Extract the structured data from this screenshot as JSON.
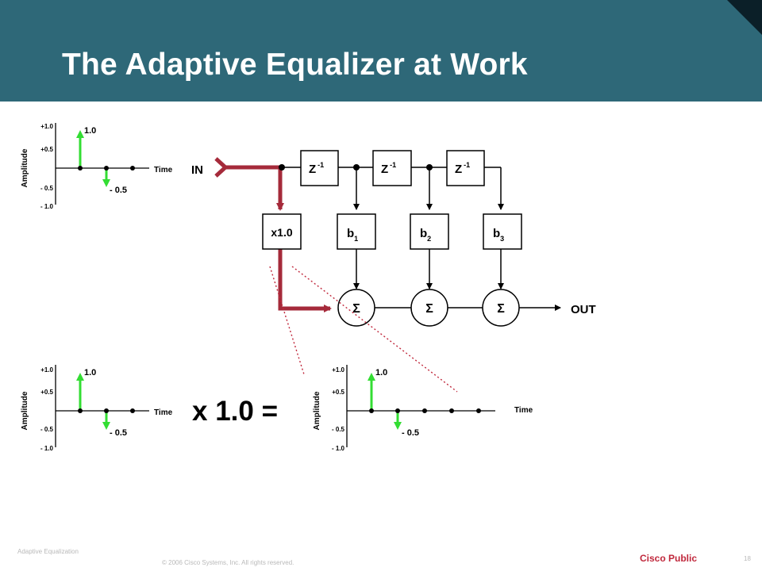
{
  "header": {
    "title": "The Adaptive Equalizer at Work"
  },
  "plot_axis": {
    "y_label": "Amplitude",
    "x_label": "Time",
    "ticks": [
      "+1.0",
      "+0.5",
      "- 0.5",
      "- 1.0"
    ]
  },
  "plots": [
    {
      "id": "input-plot",
      "samples": [
        1.0,
        -0.5,
        0
      ],
      "labels": {
        "first": "1.0",
        "second": "- 0.5"
      }
    },
    {
      "id": "tap-input-plot",
      "samples": [
        1.0,
        -0.5,
        0
      ],
      "labels": {
        "first": "1.0",
        "second": "- 0.5"
      }
    },
    {
      "id": "output-plot",
      "samples": [
        1.0,
        -0.5,
        0,
        0,
        0
      ],
      "labels": {
        "first": "1.0",
        "second": "- 0.5"
      }
    }
  ],
  "equalizer": {
    "input_label": "IN",
    "output_label": "OUT",
    "delay_label": "Z",
    "delay_exponent": "-1",
    "gain_label": "x1.0",
    "coefficients": [
      {
        "base": "b",
        "index": "1"
      },
      {
        "base": "b",
        "index": "2"
      },
      {
        "base": "b",
        "index": "3"
      }
    ],
    "summer_symbol": "Σ"
  },
  "equation": {
    "text": "x 1.0 ="
  },
  "footer": {
    "section": "Adaptive Equalization",
    "copyright": "© 2006 Cisco Systems, Inc. All rights reserved.",
    "classification": "Cisco Public",
    "page_number": "18"
  },
  "colors": {
    "header_bg": "#2e6878",
    "signal_path": "#a52a3a",
    "sample_stem": "#33dd33",
    "footer_accent": "#c0283c"
  }
}
